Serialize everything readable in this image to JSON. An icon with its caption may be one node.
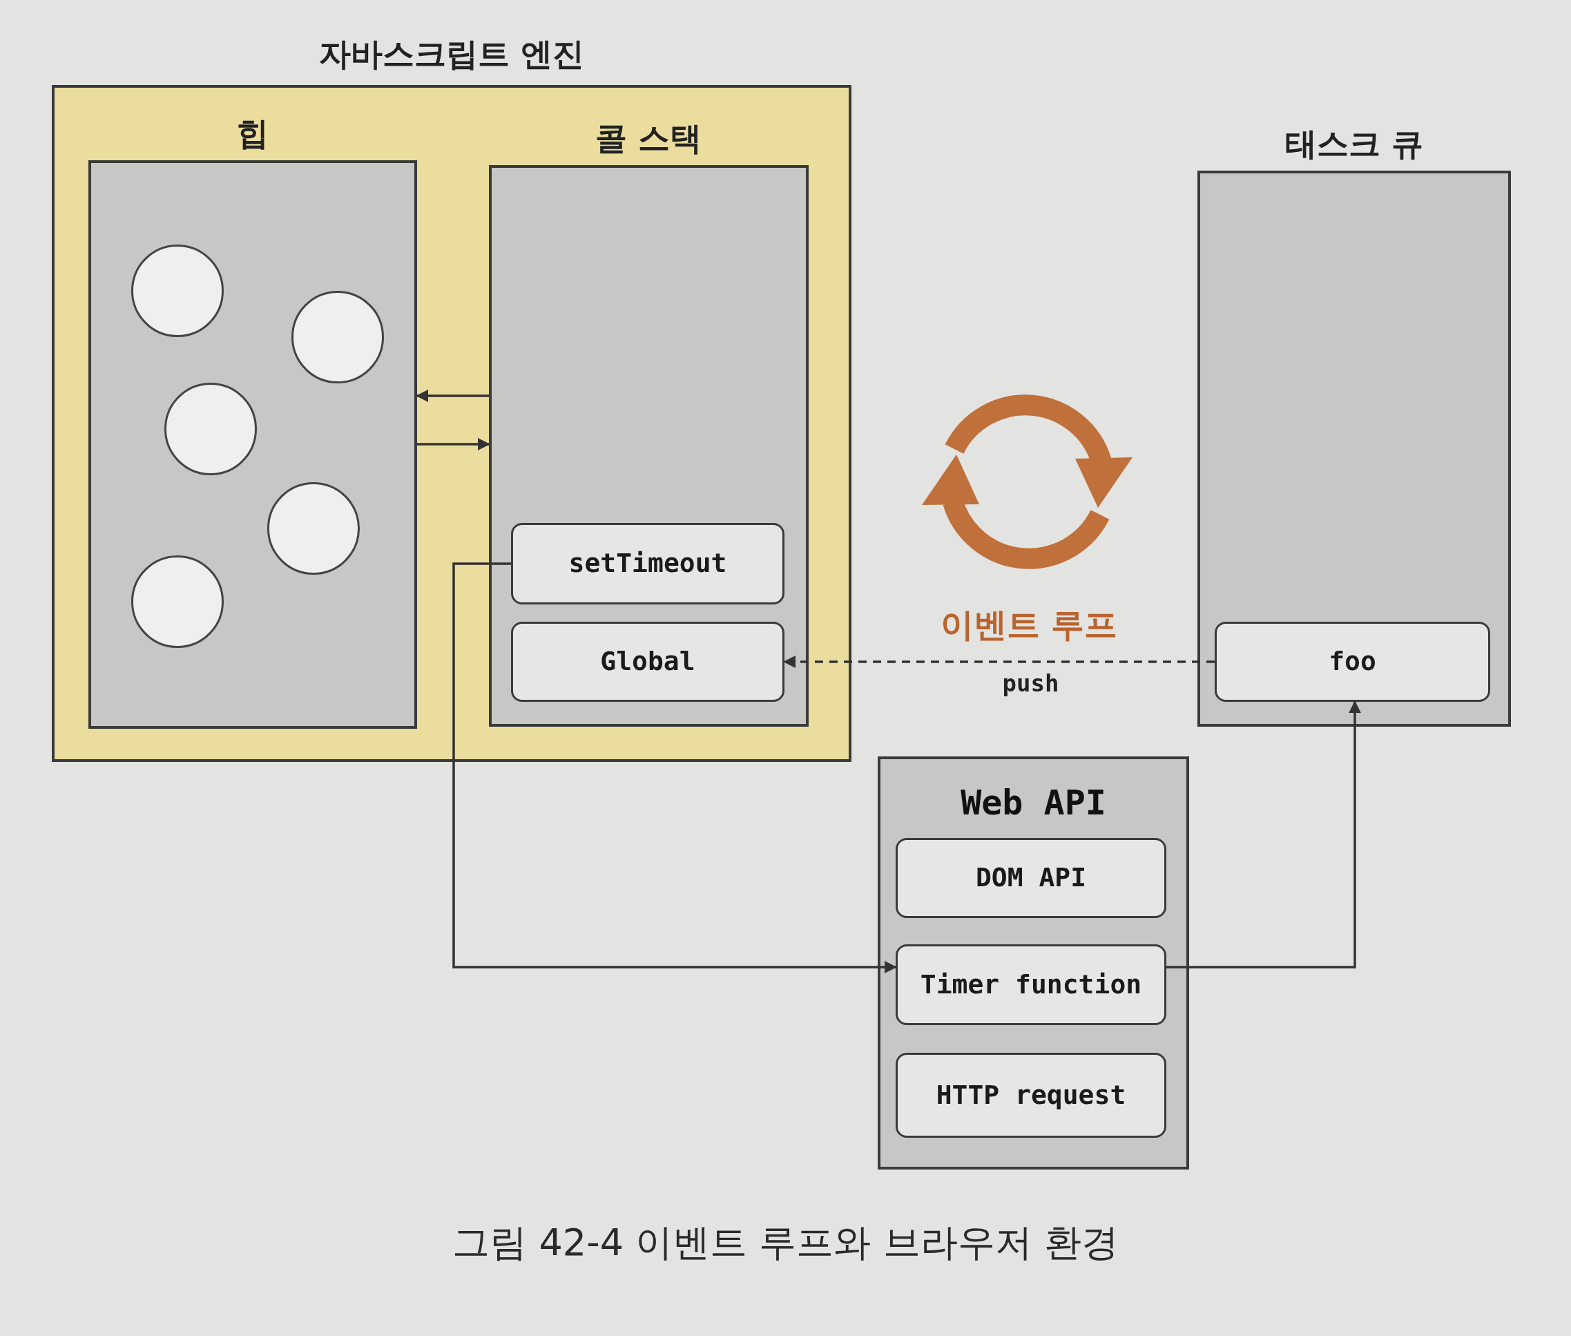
{
  "diagram": {
    "caption": "그림 42-4 이벤트 루프와 브라우저 환경",
    "nodes": [
      {
        "text": [
          "자바스크립트 엔진"
        ]
      },
      {
        "text": [
          "힙"
        ],
        "in": 0
      },
      {
        "text": [],
        "shape": "circle",
        "in": 1
      },
      {
        "text": [],
        "shape": "circle",
        "in": 1
      },
      {
        "text": [],
        "shape": "circle",
        "in": 1
      },
      {
        "text": [],
        "shape": "circle",
        "in": 1
      },
      {
        "text": [],
        "shape": "circle",
        "in": 1
      },
      {
        "text": [
          "콜 스택"
        ],
        "in": 0
      },
      {
        "text": [
          "setTimeout"
        ],
        "in": 7
      },
      {
        "text": [
          "Global"
        ],
        "in": 7
      },
      {
        "text": [
          "태스크 큐"
        ]
      },
      {
        "text": [
          "foo"
        ],
        "in": 10
      },
      {
        "text": [
          "Web API"
        ]
      },
      {
        "text": [
          "DOM API"
        ],
        "in": 12
      },
      {
        "text": [
          "Timer function"
        ],
        "in": 12
      },
      {
        "text": [
          "HTTP request"
        ],
        "in": 12
      }
    ],
    "edges": [
      {
        "from": 7,
        "to": 1,
        "arrow": "to"
      },
      {
        "from": 1,
        "to": 7,
        "arrow": "to"
      },
      {
        "from": 8,
        "to": 14,
        "arrow": "to"
      },
      {
        "from": 14,
        "to": 11,
        "arrow": "to"
      },
      {
        "from": 11,
        "to": 9,
        "arrow": "to",
        "style": "dashed",
        "label": "push"
      }
    ],
    "labels": [
      "이벤트 루프"
    ]
  }
}
